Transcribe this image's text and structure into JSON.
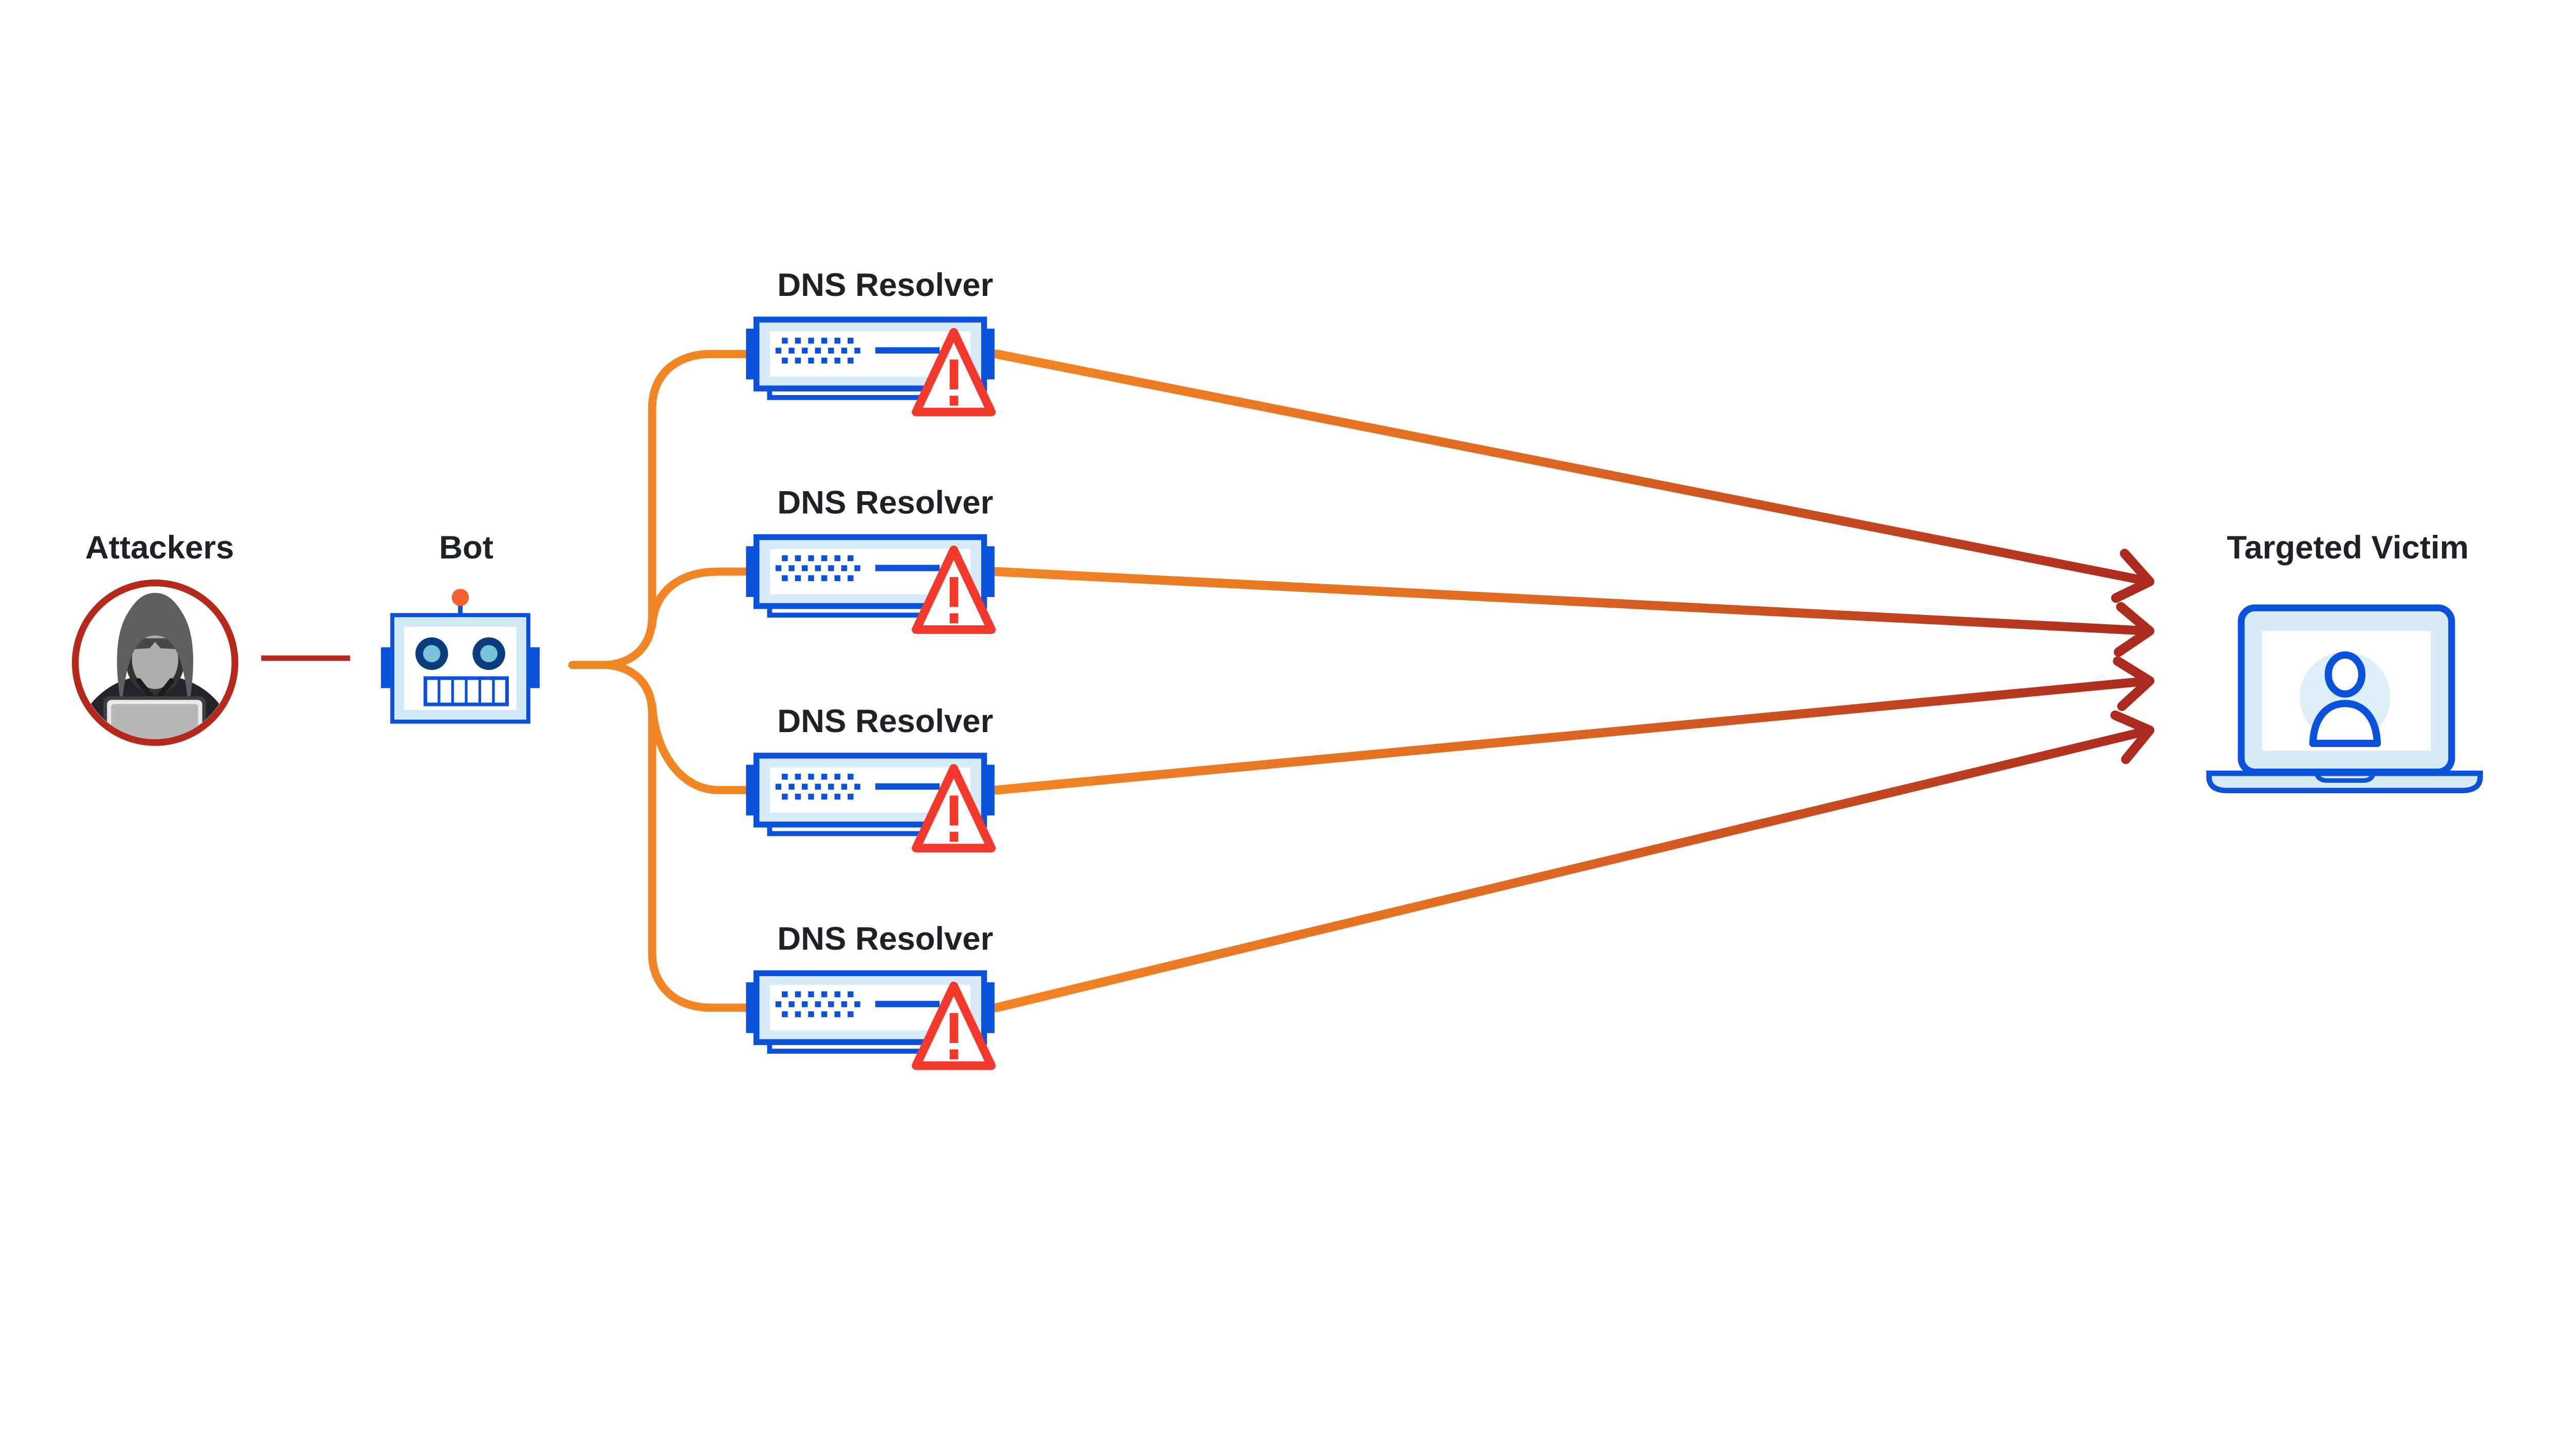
{
  "diagram": {
    "type": "ddos-dns-amplification-attack",
    "nodes": {
      "attackers": {
        "label": "Attackers",
        "icon": "hacker-avatar-icon"
      },
      "bot": {
        "label": "Bot",
        "icon": "robot-icon"
      },
      "resolvers": [
        {
          "label": "DNS Resolver",
          "icon": "dns-server-icon",
          "status_icon": "warning-icon"
        },
        {
          "label": "DNS Resolver",
          "icon": "dns-server-icon",
          "status_icon": "warning-icon"
        },
        {
          "label": "DNS Resolver",
          "icon": "dns-server-icon",
          "status_icon": "warning-icon"
        },
        {
          "label": "DNS Resolver",
          "icon": "dns-server-icon",
          "status_icon": "warning-icon"
        }
      ],
      "victim": {
        "label": "Targeted Victim",
        "icon": "laptop-user-icon"
      }
    },
    "links": {
      "attackers_to_bot": {
        "style": "solid",
        "color": "#B5281C"
      },
      "bot_to_resolvers": {
        "count": 4,
        "style": "curved",
        "color": "#F28524"
      },
      "resolvers_to_victim": {
        "count": 4,
        "style": "arrow",
        "gradient_from": "#F28524",
        "gradient_to": "#AC2A1E"
      }
    },
    "colors": {
      "attack_orange": "#F28524",
      "attack_dark_red": "#AC2A1E",
      "attacker_ring_red": "#B5281C",
      "alert_red": "#F2392C",
      "primary_blue": "#0A51DC",
      "navy_blue": "#0A3B7D",
      "sky_blue": "#7AC3DE",
      "light_blue_fill": "#D6EBF7",
      "pale_blue_fill": "#DCEFF9",
      "label_text": "#1E2126",
      "background": "#FFFFFF"
    }
  }
}
